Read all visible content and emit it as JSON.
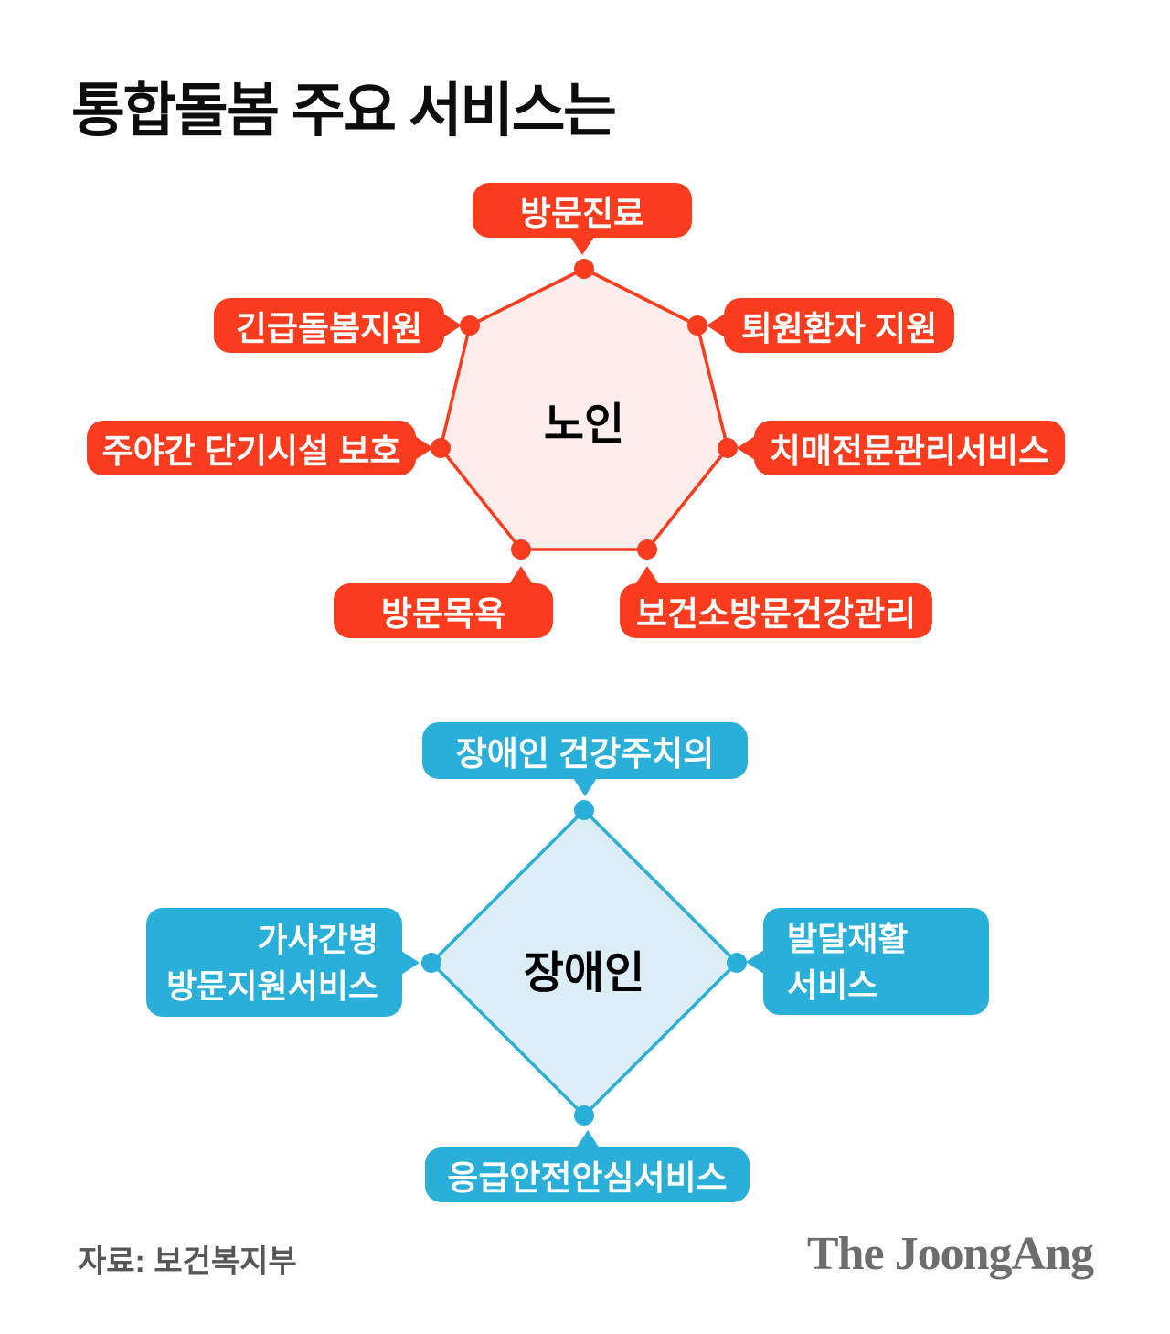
{
  "title": "통합돌봄 주요 서비스는",
  "colors": {
    "elderly_accent": "#FA3C1E",
    "elderly_fill": "#FCEDED",
    "disabled_accent": "#29AFD8",
    "disabled_fill": "#DCEDF6",
    "title_text": "#0D0D0D",
    "footer_text": "#575757",
    "logo_text": "#6D6D6D"
  },
  "elderly_group": {
    "center": "노인",
    "services": {
      "visit_treatment": "방문진료",
      "urgent_care": "긴급돌봄지원",
      "discharge_support": "퇴원환자 지원",
      "short_term_facility": "주야간 단기시설 보호",
      "dementia_management": "치매전문관리서비스",
      "visit_bath": "방문목욕",
      "health_center_visit": "보건소방문건강관리"
    }
  },
  "disabled_group": {
    "center": "장애인",
    "services": {
      "primary_doctor": "장애인 건강주치의",
      "housekeeping_visit": "가사간병\n방문지원서비스",
      "developmental_rehab": "발달재활\n서비스",
      "emergency_safety": "응급안전안심서비스"
    }
  },
  "footer": {
    "source": "자료: 보건복지부",
    "publisher": "The JoongAng"
  }
}
